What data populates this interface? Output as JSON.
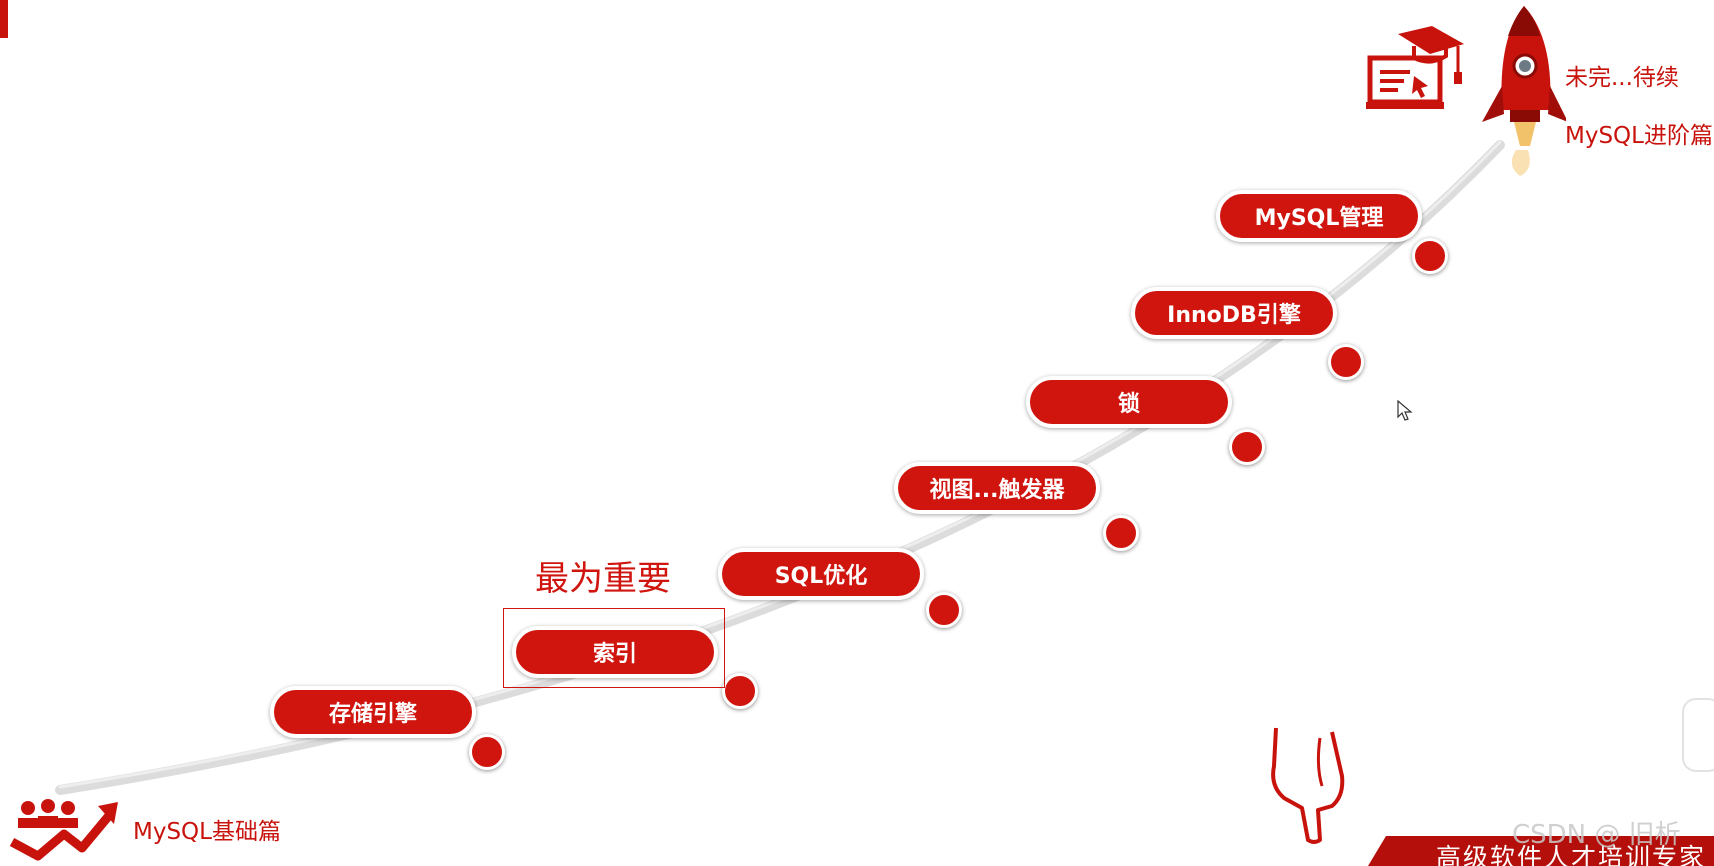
{
  "stages": [
    {
      "label": "存储引擎"
    },
    {
      "label": "索引"
    },
    {
      "label": "SQL优化"
    },
    {
      "label": "视图...触发器"
    },
    {
      "label": "锁"
    },
    {
      "label": "InnoDB引擎"
    },
    {
      "label": "MySQL管理"
    }
  ],
  "highlight": {
    "note": "最为重要",
    "stage_label": "索引"
  },
  "basic_label": "MySQL基础篇",
  "advanced_labels": {
    "todo": "未完...待续",
    "title": "MySQL进阶篇"
  },
  "footer": {
    "slogan": "高级软件人才培训专家"
  },
  "watermark": "CSDN @ 旧析",
  "icons": {
    "basic": "team-growth-arrow-icon",
    "course": "laptop-graduation-cap-icon",
    "rocket": "rocket-icon",
    "hand": "pointing-hand-icon",
    "cursor": "mouse-cursor-icon"
  },
  "colors": {
    "primary": "#d0150e",
    "curve": "#dcdcdc",
    "text_red": "#c8130d"
  }
}
